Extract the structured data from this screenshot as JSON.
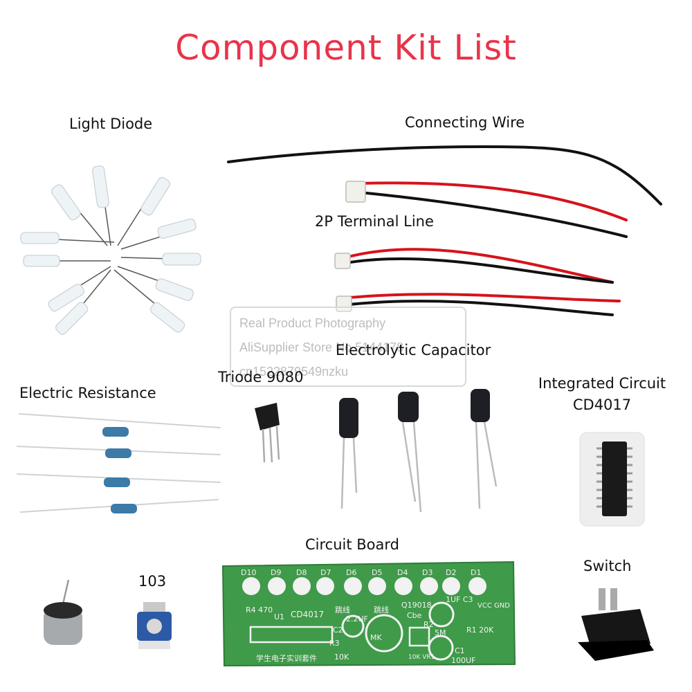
{
  "title": "Component Kit List",
  "labels": {
    "light_diode": "Light Diode",
    "connecting_wire": "Connecting Wire",
    "terminal_line": "2P Terminal Line",
    "electrolytic_capacitor": "Electrolytic Capacitor",
    "triode": "Triode 9080",
    "integrated_circuit_line1": "Integrated Circuit",
    "integrated_circuit_line2": "CD4017",
    "electric_resistance": "Electric Resistance",
    "circuit_board": "Circuit Board",
    "potentiometer": "103",
    "switch": "Switch"
  },
  "watermark": {
    "line1": "Real Product Photography",
    "line2": "AliSupplier Store No.5144178",
    "line3": "cn1522879549nzku"
  },
  "board": {
    "leds": [
      "D10",
      "D9",
      "D8",
      "D7",
      "D6",
      "D5",
      "D4",
      "D3",
      "D2",
      "D1"
    ],
    "r4": "R4 470",
    "u1": "U1",
    "chip": "CD4017",
    "jumper1": "跳线",
    "jumper2": "跳线",
    "q1": "Q19018",
    "cbe": "Cbe",
    "c3": "1UF C3",
    "vcc": "VCC GND",
    "c2": "2.2UF",
    "c2lbl": "C2",
    "r2": "R2",
    "r5": "5M",
    "r1": "R1 20K",
    "r3": "R3",
    "r3v": "10K",
    "mk": "MK",
    "vr1": "10K VR1",
    "c1": "C1",
    "c1v": "100UF",
    "footer": "学生电子实训套件"
  }
}
